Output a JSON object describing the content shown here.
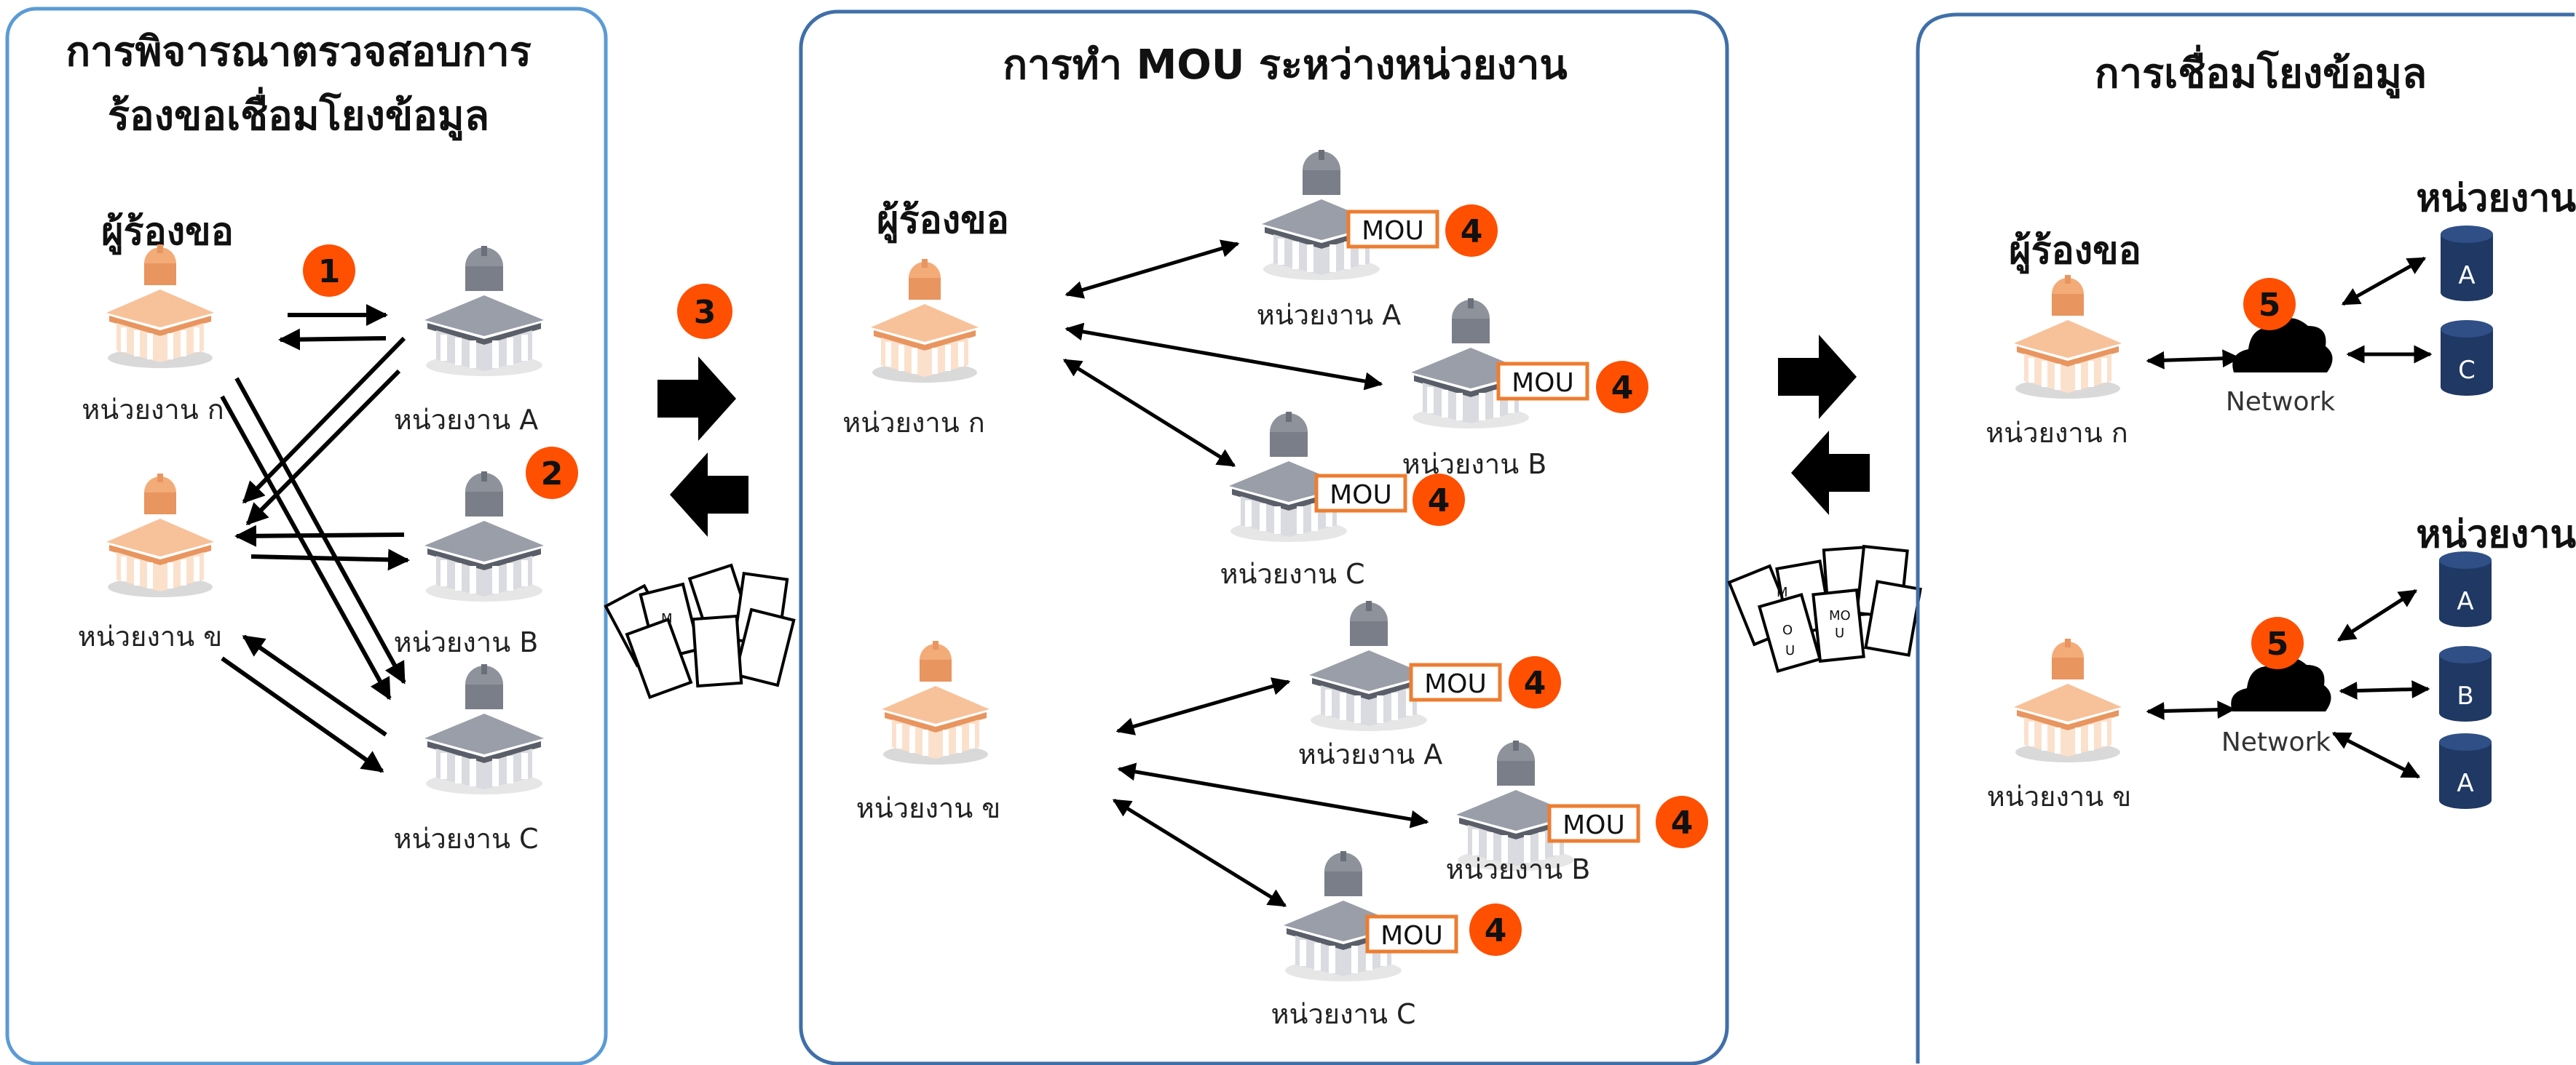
{
  "panels": {
    "left": {
      "title_line1": "การพิจารณาตรวจสอบการ",
      "title_line2": "ร้องขอเชื่อมโยงข้อมูล",
      "requester_heading": "ผู้ร้องขอ",
      "agency_ko": "หน่วยงาน ก",
      "agency_kho": "หน่วยงาน ข",
      "agency_a": "หน่วยงาน A",
      "agency_b": "หน่วยงาน B",
      "agency_c": "หน่วยงาน C",
      "step1": "1",
      "step2": "2"
    },
    "middle": {
      "title": "การทำ MOU ระหว่างหน่วยงาน",
      "requester_heading": "ผู้ร้องขอ",
      "agency_ko": "หน่วยงาน ก",
      "agency_kho": "หน่วยงาน ข",
      "agency_a": "หน่วยงาน A",
      "agency_b": "หน่วยงาน B",
      "agency_c": "หน่วยงาน C",
      "mou_label": "MOU",
      "step4": "4"
    },
    "right": {
      "title": "การเชื่อมโยงข้อมูล",
      "requester_heading": "ผู้ร้องขอ",
      "agency_heading": "หน่วยงาน",
      "agency_ko": "หน่วยงาน ก",
      "agency_kho": "หน่วยงาน ข",
      "network_label": "Network",
      "step5": "5",
      "db_a": "A",
      "db_b": "B",
      "db_c": "C"
    }
  },
  "between": {
    "step3": "3",
    "doc_letters_1": [
      "M",
      "O",
      "U"
    ],
    "doc_letters_2": [
      "MO",
      "U"
    ]
  },
  "colors": {
    "badge": "#ff4f00",
    "panel_left_border": "#5b9bd5",
    "panel_border": "#3f6fa8",
    "mou_border": "#ed7d31",
    "requester_building": "#e8955f",
    "agency_building": "#6b6f7a",
    "database": "#1f3864"
  }
}
